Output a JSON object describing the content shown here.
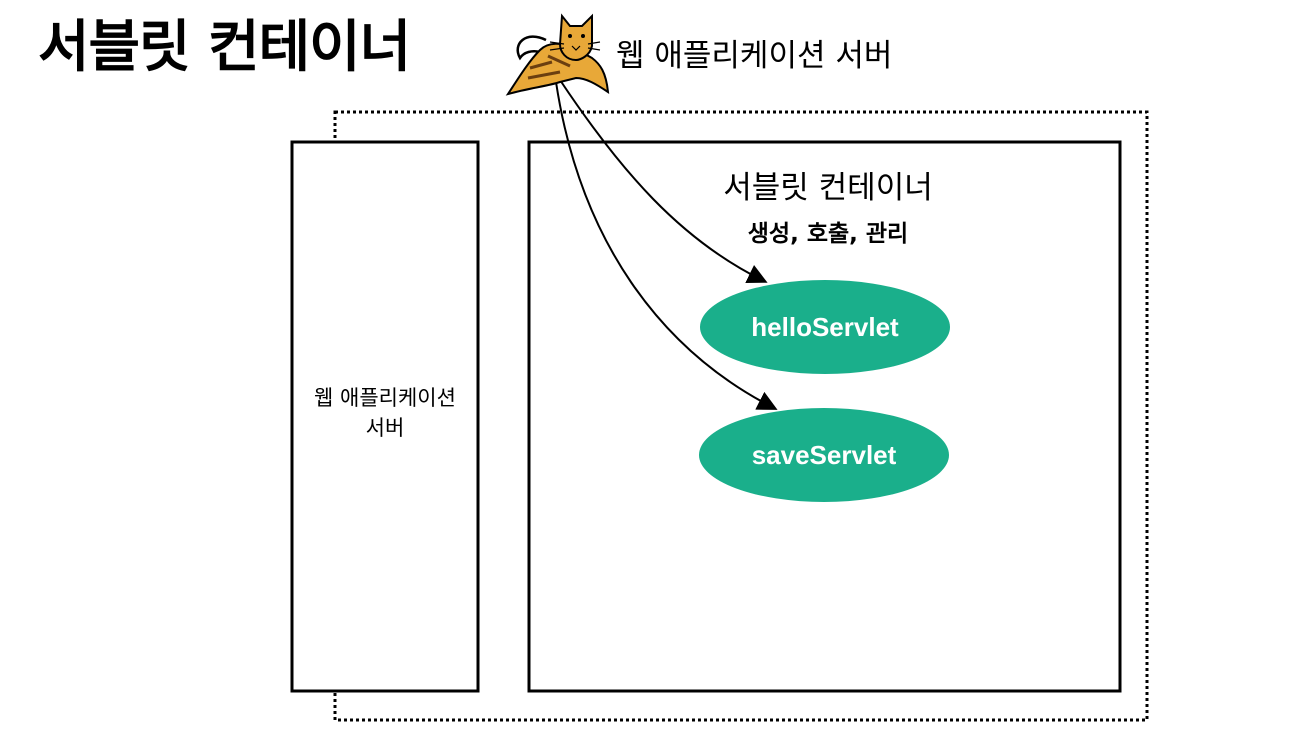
{
  "title": "서블릿 컨테이너",
  "web_app_server": {
    "top_label": "웹 애플리케이션 서버",
    "logo_icon": "tomcat-cat-icon",
    "box_label_line1": "웹 애플리케이션",
    "box_label_line2": "서버"
  },
  "servlet_container": {
    "label": "서블릿 컨테이너",
    "subtitle": "생성, 호출, 관리"
  },
  "servlets": [
    {
      "name": "helloServlet"
    },
    {
      "name": "saveServlet"
    }
  ],
  "colors": {
    "servlet_fill": "#1aaf8b",
    "servlet_text": "#ffffff",
    "line": "#000000",
    "logo": "#e8a838"
  }
}
